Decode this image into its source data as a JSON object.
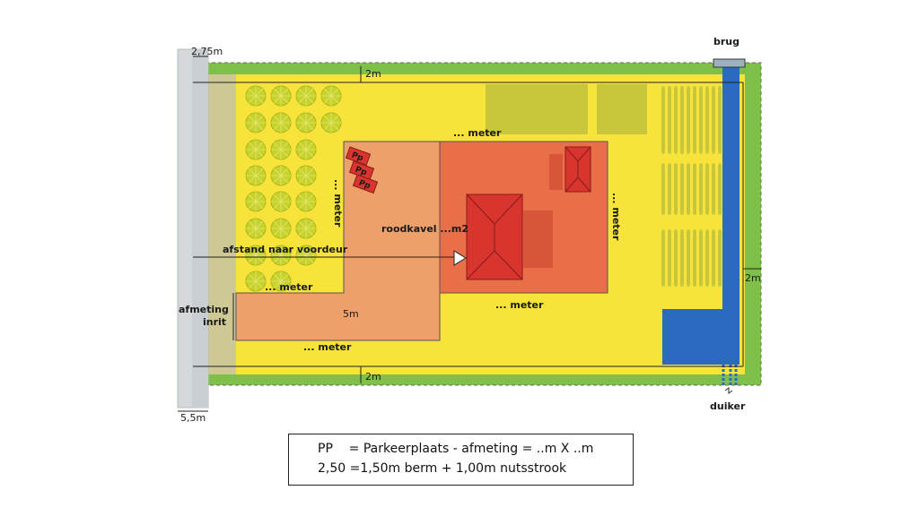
{
  "labels": {
    "w275": "2,75m",
    "w55": "5,5m",
    "top2m": "2m",
    "bottom2m": "2m",
    "right2m": "2m",
    "brug": "brug",
    "duiker": "duiker",
    "meter_top": "... meter",
    "meter_left_vertical": "... meter",
    "meter_right_vertical": "... meter",
    "meter_lower_left": "... meter",
    "meter_lower_right": "... meter",
    "meter_bottom": "... meter",
    "five_m": "5m",
    "roodkavel": "roodkavel ...m2",
    "afstand": "afstand naar voordeur",
    "afmeting": "afmeting",
    "inrit": "inrit",
    "pp": "Pp"
  },
  "legend": {
    "line1": "PP    = Parkeerplaats - afmeting = ..m X ..m",
    "line2": "2,50 =1,50m berm + 1,00m nutsstrook"
  },
  "colors": {
    "road": "#d4d8db",
    "berm": "#cdc894",
    "yard": "#f7e33a",
    "grass": "#7fc04a",
    "orchard": "#c8d32a",
    "zone_light": "#eea06a",
    "zone_dark": "#e86f47",
    "house": "#d7352e",
    "water": "#2a6ac0"
  }
}
